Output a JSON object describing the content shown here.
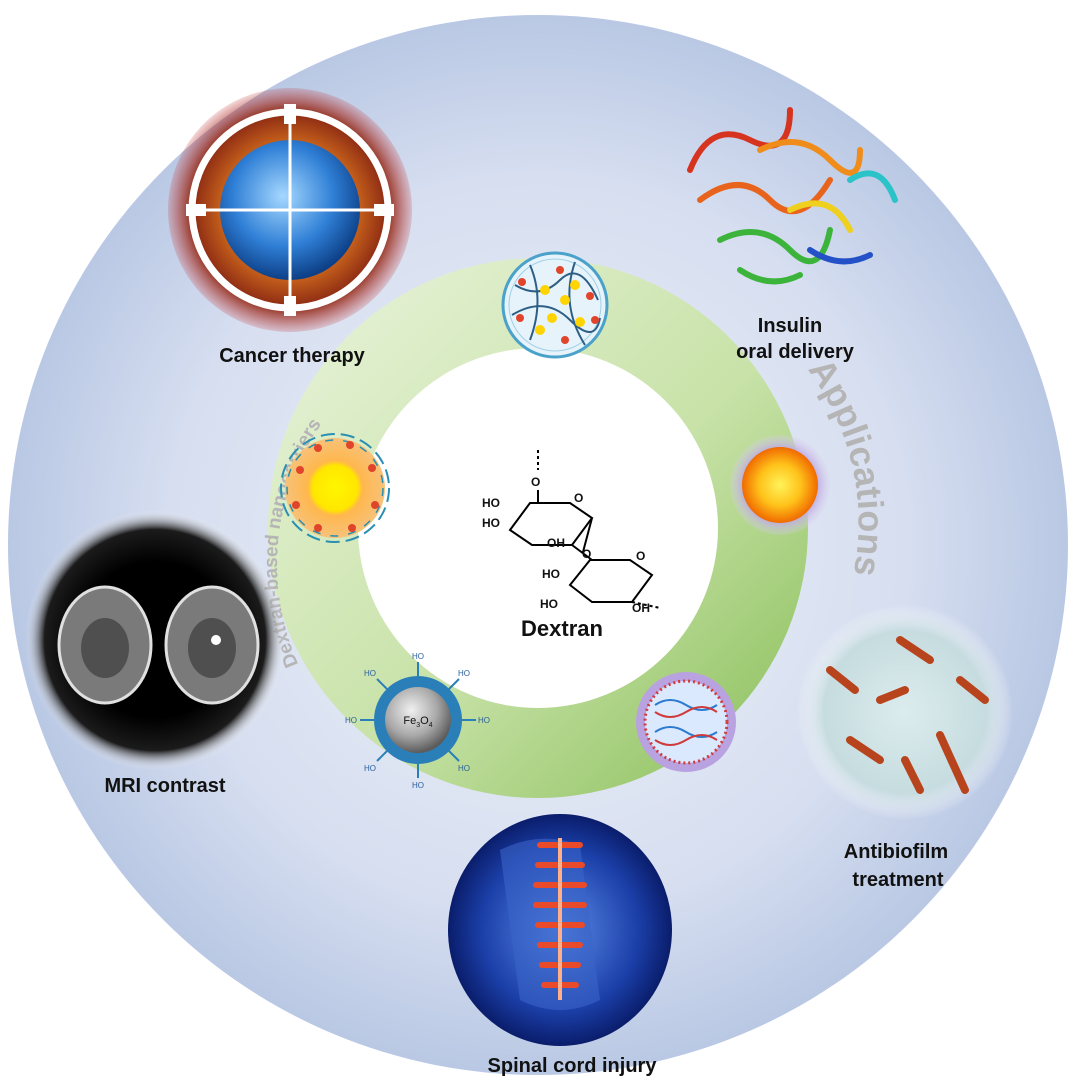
{
  "center": {
    "title": "Dextran",
    "chem": {
      "ho": "HO",
      "oh": "OH",
      "o": "O"
    }
  },
  "ring_labels": {
    "inner": "Dextran-based nanocarriers",
    "outer": "Applications"
  },
  "nanocarriers": {
    "fe3o4": {
      "formula": "Fe",
      "sub1": "3",
      "mid": "O",
      "sub2": "4",
      "group": "HO"
    }
  },
  "applications": {
    "cancer": "Cancer therapy",
    "insulin_line1": "Insulin",
    "insulin_line2": "oral delivery",
    "mri": "MRI contrast",
    "antibiofilm_line1": "Antibiofilm",
    "antibiofilm_line2": "treatment",
    "spinal": "Spinal cord injury"
  },
  "colors": {
    "outer_disc": "#c9d5ea",
    "green_ring": "#cfe6b4",
    "green_dark": "#8cc061",
    "center": "#ffffff",
    "ring_text": "#b7b7b7"
  }
}
